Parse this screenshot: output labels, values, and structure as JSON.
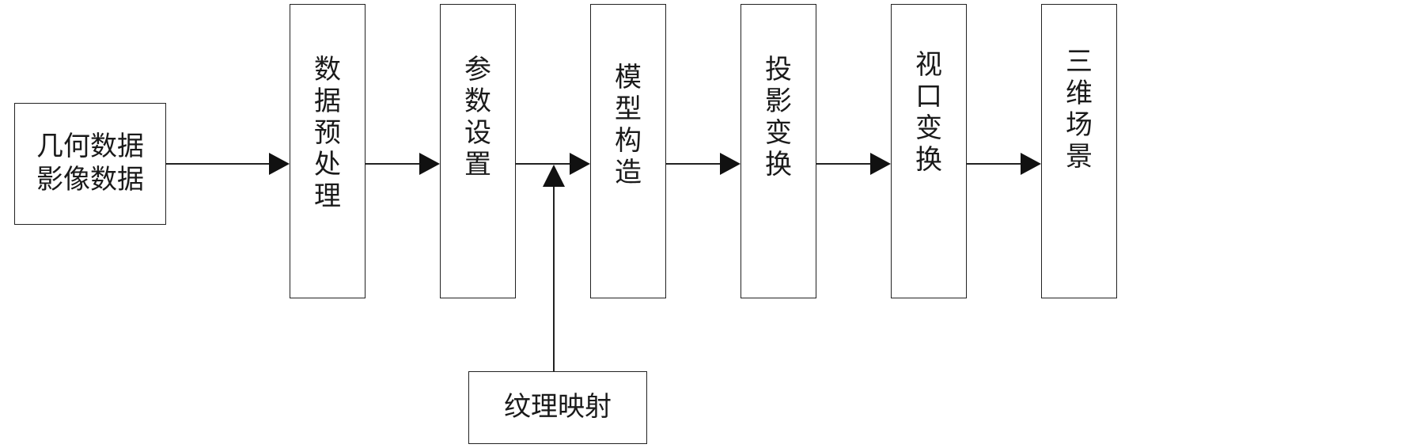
{
  "diagram": {
    "input": {
      "line1": "几何数据",
      "line2": "影像数据"
    },
    "stages": [
      {
        "id": "preprocess",
        "label": "数据预处理"
      },
      {
        "id": "params",
        "label": "参数设置"
      },
      {
        "id": "model",
        "label": "模型构造"
      },
      {
        "id": "projection",
        "label": "投影变换"
      },
      {
        "id": "viewport",
        "label": "视口变换"
      },
      {
        "id": "scene",
        "label": "三维场景"
      }
    ],
    "texture": {
      "label": "纹理映射"
    },
    "colors": {
      "stroke": "#222222",
      "text": "#1a1a1a",
      "background": "#ffffff"
    }
  }
}
